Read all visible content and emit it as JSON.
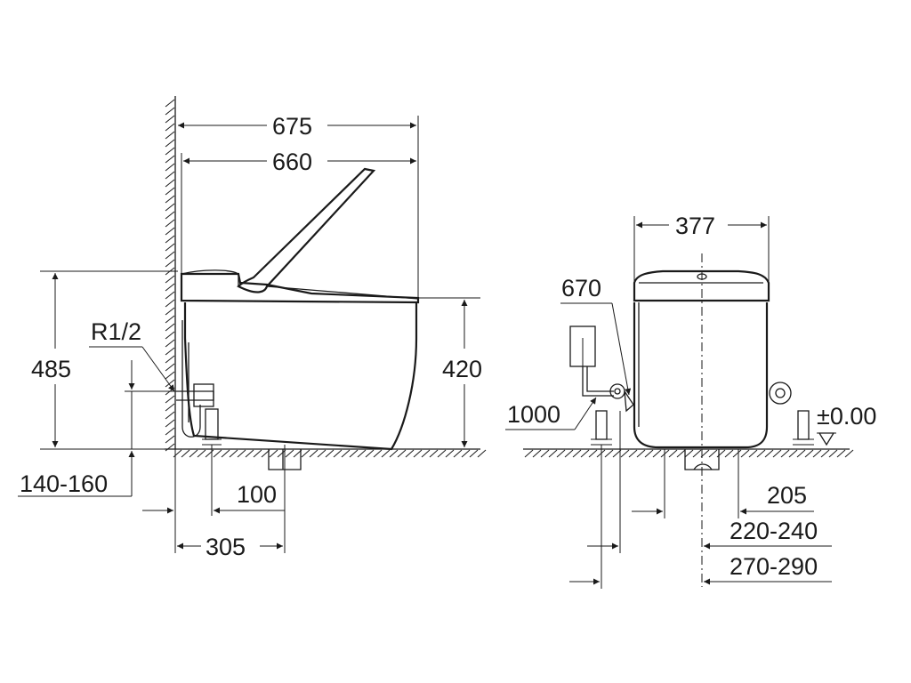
{
  "side_view": {
    "dim_total_depth": "675",
    "dim_seat_depth": "660",
    "dim_total_height": "485",
    "dim_seat_height": "420",
    "label_thread": "R1/2",
    "dim_supply_height": "140-160",
    "dim_supply_offset": "100",
    "dim_outlet_offset": "305"
  },
  "front_view": {
    "dim_width": "377",
    "dim_cable_length": "670",
    "dim_hose_length": "1000",
    "label_floor_level": "±0.00",
    "dim_fixing_spacing": "205",
    "dim_supply_position": "220-240",
    "dim_inlet_position": "270-290"
  }
}
